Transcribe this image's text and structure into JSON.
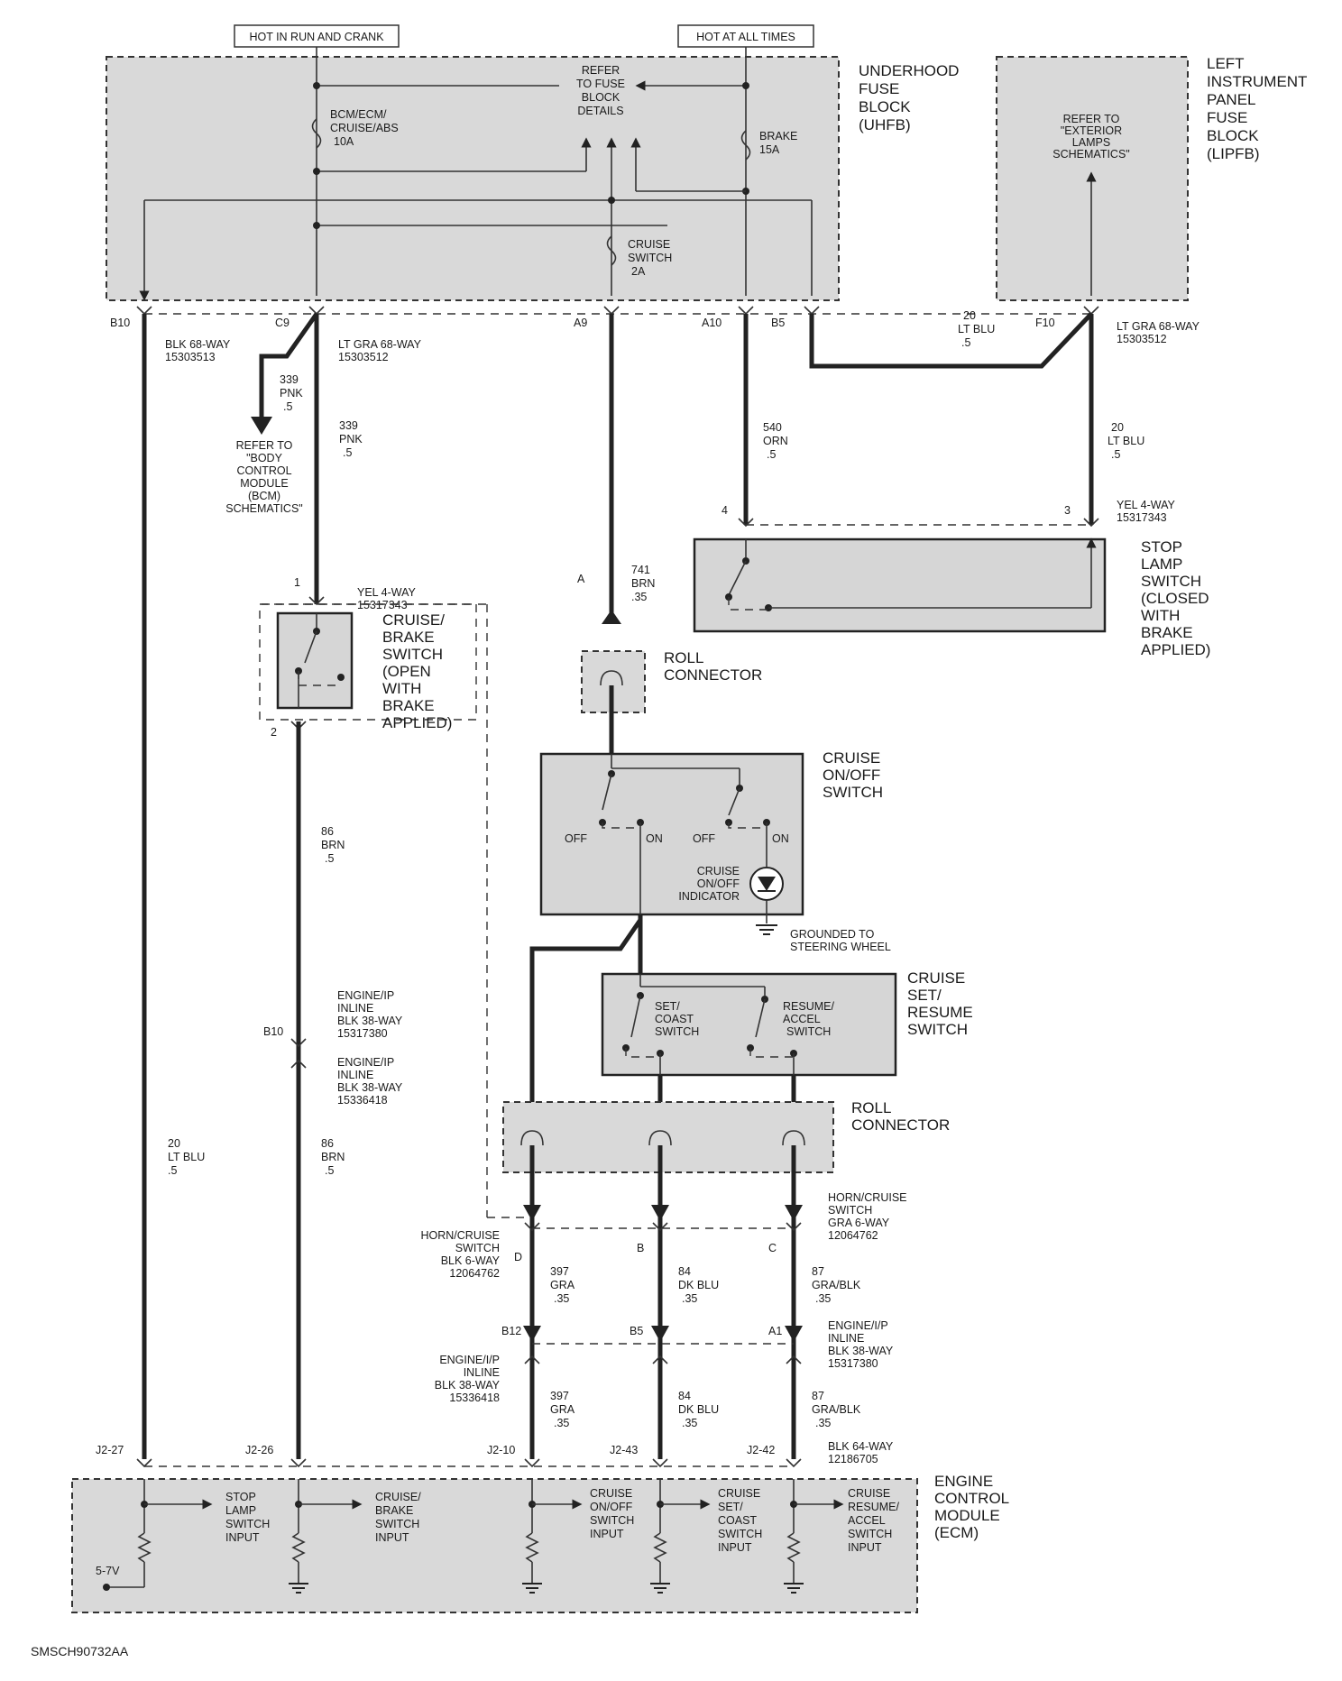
{
  "headers": {
    "hot_run": "HOT IN RUN AND CRANK",
    "hot_all": "HOT AT ALL TIMES"
  },
  "uhfb": {
    "name": [
      "UNDERHOOD",
      "FUSE",
      "BLOCK",
      "(UHFB)"
    ],
    "fuse1": [
      "BCM/ECM/",
      "CRUISE/ABS",
      "10A"
    ],
    "fuse2": [
      "BRAKE",
      "15A"
    ],
    "fuse3": [
      "CRUISE",
      "SWITCH",
      "2A"
    ],
    "refer": [
      "REFER",
      "TO FUSE",
      "BLOCK",
      "DETAILS"
    ]
  },
  "lipfb": {
    "name": [
      "LEFT",
      "INSTRUMENT",
      "PANEL",
      "FUSE",
      "BLOCK",
      "(LIPFB)"
    ],
    "refer": [
      "REFER TO",
      "\"EXTERIOR",
      "LAMPS",
      "SCHEMATICS\""
    ]
  },
  "connectors": {
    "b10": "B10",
    "c9": "C9",
    "a9": "A9",
    "a10": "A10",
    "b5": "B5",
    "f10": "F10",
    "blk68": [
      "BLK 68-WAY",
      "15303513"
    ],
    "ltgra68a": [
      "LT GRA 68-WAY",
      "15303512"
    ],
    "ltgra68b": [
      "LT GRA 68-WAY",
      "15303512"
    ],
    "yel4a": [
      "YEL 4-WAY",
      "15317343"
    ],
    "yel4b": [
      "YEL 4-WAY",
      "15317343"
    ],
    "pin1": "1",
    "pin2": "2",
    "pin3": "3",
    "pin4": "4",
    "pinA": "A",
    "inline_b10": "B10",
    "eng_ip_top": [
      "ENGINE/IP",
      "INLINE",
      "BLK 38-WAY",
      "15317380"
    ],
    "eng_ip_bot": [
      "ENGINE/IP",
      "INLINE",
      "BLK 38-WAY",
      "15336418"
    ],
    "horn_left": [
      "HORN/CRUISE",
      "SWITCH",
      "BLK 6-WAY",
      "12064762"
    ],
    "horn_right": [
      "HORN/CRUISE",
      "SWITCH",
      "GRA 6-WAY",
      "12064762"
    ],
    "pinD": "D",
    "pinB": "B",
    "pinC": "C",
    "b12": "B12",
    "b5b": "B5",
    "a1": "A1",
    "eng_ip_right": [
      "ENGINE/I/P",
      "INLINE",
      "BLK 38-WAY",
      "15317380"
    ],
    "eng_ip_left": [
      "ENGINE/I/P",
      "INLINE",
      "BLK 38-WAY",
      "15336418"
    ],
    "j2_27": "J2-27",
    "j2_26": "J2-26",
    "j2_10": "J2-10",
    "j2_43": "J2-43",
    "j2_42": "J2-42",
    "blk64": [
      "BLK 64-WAY",
      "12186705"
    ]
  },
  "wires": {
    "w20a": [
      "20",
      "LT BLU",
      ".5"
    ],
    "w20b": [
      "20",
      "LT BLU",
      ".5"
    ],
    "w20c": [
      "20",
      "LT BLU",
      ".5"
    ],
    "w339a": [
      "339",
      "PNK",
      ".5"
    ],
    "w339b": [
      "339",
      "PNK",
      ".5"
    ],
    "w540": [
      "540",
      "ORN",
      ".5"
    ],
    "w741": [
      "741",
      "BRN",
      ".35"
    ],
    "w86a": [
      "86",
      "BRN",
      ".5"
    ],
    "w86b": [
      "86",
      "BRN",
      ".5"
    ],
    "w397a": [
      "397",
      "GRA",
      ".35"
    ],
    "w397b": [
      "397",
      "GRA",
      ".35"
    ],
    "w84a": [
      "84",
      "DK BLU",
      ".35"
    ],
    "w84b": [
      "84",
      "DK BLU",
      ".35"
    ],
    "w87a": [
      "87",
      "GRA/BLK",
      ".35"
    ],
    "w87b": [
      "87",
      "GRA/BLK",
      ".35"
    ]
  },
  "bcm_refer": [
    "REFER TO",
    "\"BODY",
    "CONTROL",
    "MODULE",
    "(BCM)",
    "SCHEMATICS\""
  ],
  "stop_lamp": [
    "STOP",
    "LAMP",
    "SWITCH",
    "(CLOSED",
    "WITH",
    "BRAKE",
    "APPLIED)"
  ],
  "cruise_brake": [
    "CRUISE/",
    "BRAKE",
    "SWITCH",
    "(OPEN",
    "WITH",
    "BRAKE",
    "APPLIED)"
  ],
  "roll1": [
    "ROLL",
    "CONNECTOR"
  ],
  "roll2": [
    "ROLL",
    "CONNECTOR"
  ],
  "onoff": {
    "name": [
      "CRUISE",
      "ON/OFF",
      "SWITCH"
    ],
    "off1": "OFF",
    "on1": "ON",
    "off2": "OFF",
    "on2": "ON",
    "indicator": [
      "CRUISE",
      "ON/OFF",
      "INDICATOR"
    ],
    "ground": [
      "GROUNDED TO",
      "STEERING WHEEL"
    ]
  },
  "setres": {
    "name": [
      "CRUISE",
      "SET/",
      "RESUME",
      "SWITCH"
    ],
    "set": [
      "SET/",
      "COAST",
      "SWITCH"
    ],
    "resume": [
      "RESUME/",
      "ACCEL",
      "SWITCH"
    ]
  },
  "ecm": {
    "name": [
      "ENGINE",
      "CONTROL",
      "MODULE",
      "(ECM)"
    ],
    "v": "5-7V",
    "in1": [
      "STOP",
      "LAMP",
      "SWITCH",
      "INPUT"
    ],
    "in2": [
      "CRUISE/",
      "BRAKE",
      "SWITCH",
      "INPUT"
    ],
    "in3": [
      "CRUISE",
      "ON/OFF",
      "SWITCH",
      "INPUT"
    ],
    "in4": [
      "CRUISE",
      "SET/",
      "COAST",
      "SWITCH",
      "INPUT"
    ],
    "in5": [
      "CRUISE",
      "RESUME/",
      "ACCEL",
      "SWITCH",
      "INPUT"
    ]
  },
  "code": "SMSCH90732AA"
}
